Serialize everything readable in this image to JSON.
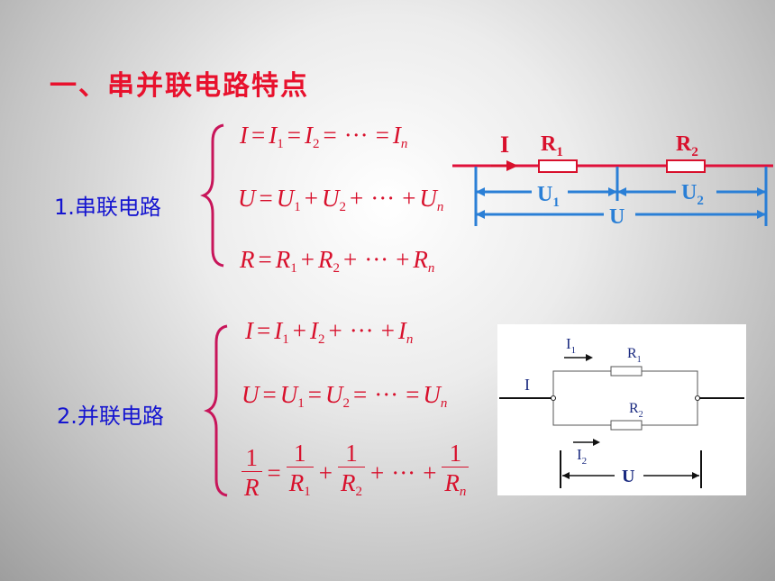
{
  "title": "一、串并联电路特点",
  "series": {
    "label": "1.串联电路",
    "formulas": {
      "current": [
        "I",
        "=",
        "I",
        "1",
        "=",
        "I",
        "2",
        "=",
        "···",
        "=",
        "I",
        "n"
      ],
      "voltage": [
        "U",
        "=",
        "U",
        "1",
        "+",
        "U",
        "2",
        "+",
        "···",
        "+",
        "U",
        "n"
      ],
      "resistance": [
        "R",
        "=",
        "R",
        "1",
        "+",
        "R",
        "2",
        "+",
        "···",
        "+",
        "R",
        "n"
      ]
    },
    "diagram": {
      "current": "I",
      "r1": "R",
      "r1_sub": "1",
      "r2": "R",
      "r2_sub": "2",
      "u1": "U",
      "u1_sub": "1",
      "u2": "U",
      "u2_sub": "2",
      "u": "U"
    }
  },
  "parallel": {
    "label": "2.并联电路",
    "formulas": {
      "current": [
        "I",
        "=",
        "I",
        "1",
        "+",
        "I",
        "2",
        "+",
        "···",
        "+",
        "I",
        "n"
      ],
      "voltage": [
        "U",
        "=",
        "U",
        "1",
        "=",
        "U",
        "2",
        "=",
        "···",
        "=",
        "U",
        "n"
      ],
      "resistance": {
        "one": "1",
        "R": "R",
        "eq": "=",
        "plus": "+",
        "dots": "···",
        "s1": "1",
        "s2": "2",
        "sn": "n"
      }
    },
    "diagram": {
      "current": "I",
      "i1": "I",
      "i1_sub": "1",
      "i2": "I",
      "i2_sub": "2",
      "r1": "R",
      "r1_sub": "1",
      "r2": "R",
      "r2_sub": "2",
      "u": "U"
    }
  },
  "colors": {
    "title": "#e8112d",
    "label": "#1515d0",
    "formula": "#d8102c",
    "wire": "#e0103a",
    "measure": "#2a7fd6"
  }
}
